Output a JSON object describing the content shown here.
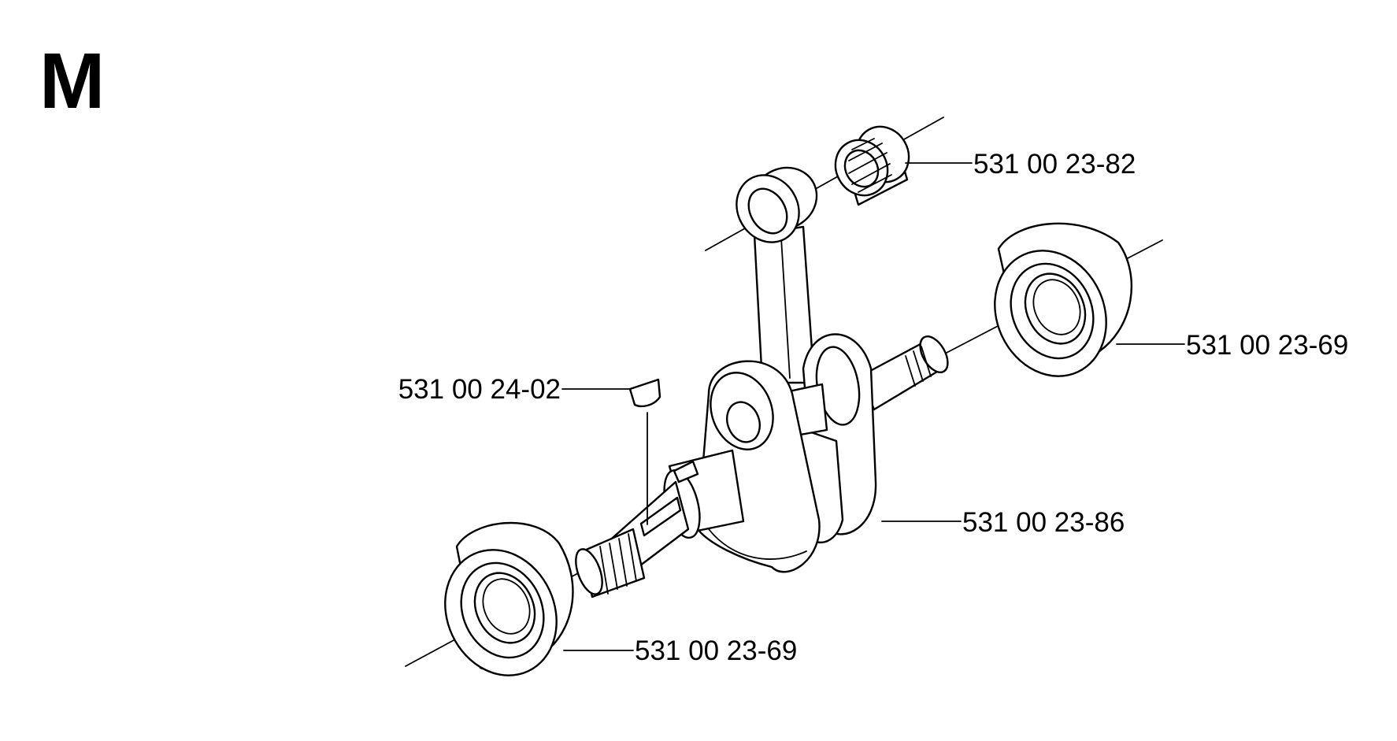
{
  "section_letter": "M",
  "parts": [
    {
      "id": "needle-bearing",
      "part_number": "531 00 23-82"
    },
    {
      "id": "ball-bearing-right",
      "part_number": "531 00 23-69"
    },
    {
      "id": "woodruff-key",
      "part_number": "531 00 24-02"
    },
    {
      "id": "crankshaft",
      "part_number": "531 00 23-86"
    },
    {
      "id": "ball-bearing-left",
      "part_number": "531 00 23-69"
    }
  ]
}
